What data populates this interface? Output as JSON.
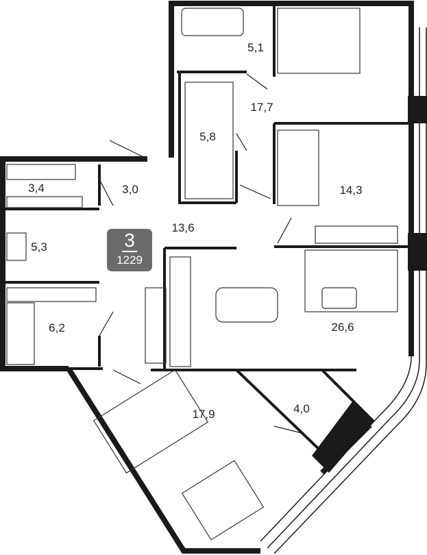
{
  "badge": {
    "rooms": "3",
    "area": "1229"
  },
  "rooms": [
    {
      "id": "bathroom-top",
      "area": "5,1"
    },
    {
      "id": "bedroom-master",
      "area": "17,7"
    },
    {
      "id": "wardrobe",
      "area": "5,8"
    },
    {
      "id": "bedroom-2",
      "area": "14,3"
    },
    {
      "id": "storage",
      "area": "3,4"
    },
    {
      "id": "hall-entry",
      "area": "3,0"
    },
    {
      "id": "corridor",
      "area": "13,6"
    },
    {
      "id": "closet",
      "area": "5,3"
    },
    {
      "id": "bathroom-left",
      "area": "6,2"
    },
    {
      "id": "living-kitchen",
      "area": "26,6"
    },
    {
      "id": "bedroom-3",
      "area": "17,9"
    },
    {
      "id": "dressing",
      "area": "4,0"
    }
  ],
  "colors": {
    "wall": "#1a1a1a",
    "badge": "#6b6b6b"
  }
}
